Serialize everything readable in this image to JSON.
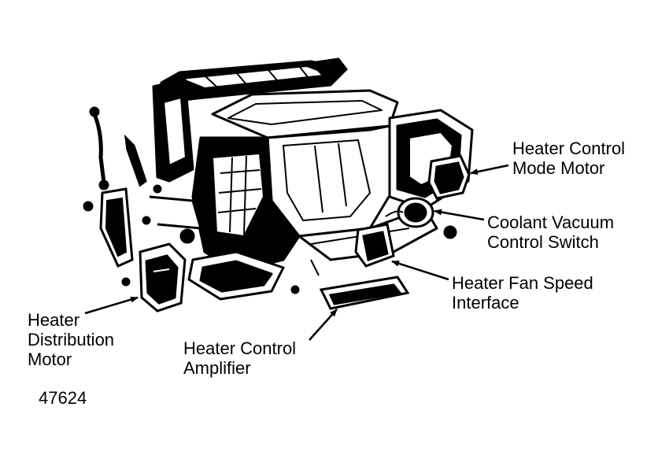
{
  "labels": {
    "mode_motor": [
      "Heater Control",
      "Mode Motor"
    ],
    "coolant_switch": [
      "Coolant Vacuum",
      "Control Switch"
    ],
    "fan_interface": [
      "Heater Fan Speed",
      "Interface"
    ],
    "distribution_motor": [
      "Heater",
      "Distribution",
      "Motor"
    ],
    "control_amplifier": [
      "Heater Control",
      "Amplifier"
    ]
  },
  "figure_number": "47624"
}
